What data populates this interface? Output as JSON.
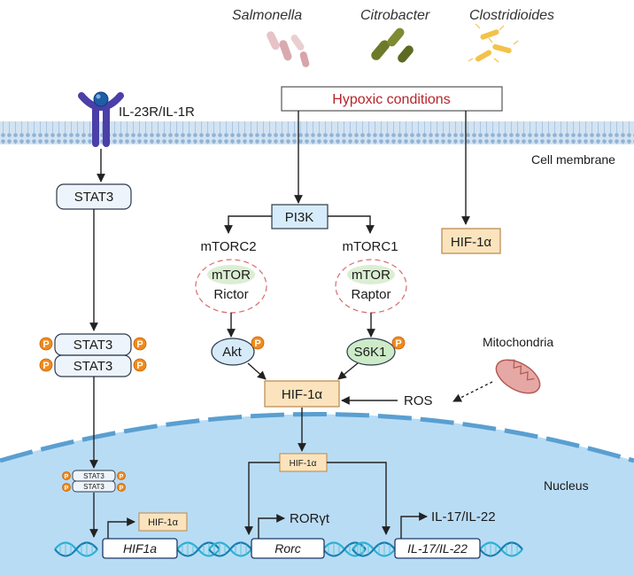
{
  "bacteria": {
    "salmonella": "Salmonella",
    "citrobacter": "Citrobacter",
    "clostridioides": "Clostridioides"
  },
  "hypoxic": "Hypoxic conditions",
  "receptor": "IL-23R/IL-1R",
  "membrane_label": "Cell membrane",
  "nucleus_label": "Nucleus",
  "stat3": "STAT3",
  "phospho": "P",
  "pi3k": "PI3K",
  "mtorc2": "mTORC2",
  "mtorc1": "mTORC1",
  "mtor": "mTOR",
  "rictor": "Rictor",
  "raptor": "Raptor",
  "akt": "Akt",
  "s6k1": "S6K1",
  "hif1a": "HIF-1α",
  "mitochondria": "Mitochondria",
  "ros": "ROS",
  "genes": {
    "hif1a": "HIF1a",
    "rorc": "Rorc",
    "il17": "IL-17/IL-22"
  },
  "products": {
    "hif1a": "HIF-1α",
    "rorgt": "RORγt",
    "il17": "IL-17/IL-22"
  },
  "colors": {
    "membrane": "#c7dcef",
    "nucleus": "#b9dcf5",
    "nucleus_border": "#5a9fd1",
    "hif_box": "#fbe3bd",
    "hif_border": "#b9874a",
    "pi3k_box": "#d7ecfa",
    "stat3_box": "#eef4fb",
    "akt": "#d6eaf8",
    "s6k1": "#cdebc8",
    "phospho": "#f08a1c",
    "hypoxic_text": "#b5262a",
    "dna": "#2cb1d1"
  }
}
